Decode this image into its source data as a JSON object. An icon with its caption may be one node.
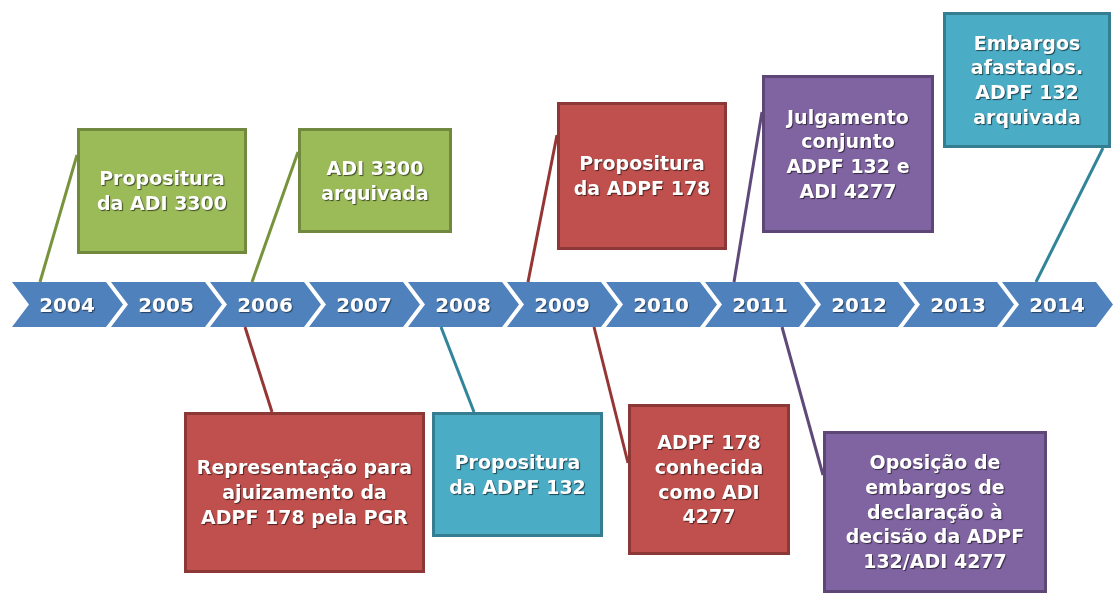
{
  "diagram": {
    "nodes": [
      {
        "text": [
          "Propositura da ADI 3300"
        ]
      },
      {
        "text": [
          "ADI 3300 arquivada"
        ]
      },
      {
        "text": [
          "Propositura da ADPF 178"
        ]
      },
      {
        "text": [
          "Julgamento conjunto ADPF 132 e ADI 4277"
        ]
      },
      {
        "text": [
          "Embargos afastados. ADPF 132 arquivada"
        ]
      },
      {
        "text": [
          "2004"
        ]
      },
      {
        "text": [
          "2005"
        ]
      },
      {
        "text": [
          "2006"
        ]
      },
      {
        "text": [
          "2007"
        ]
      },
      {
        "text": [
          "2008"
        ]
      },
      {
        "text": [
          "2009"
        ]
      },
      {
        "text": [
          "2010"
        ]
      },
      {
        "text": [
          "2011"
        ]
      },
      {
        "text": [
          "2012"
        ]
      },
      {
        "text": [
          "2013"
        ]
      },
      {
        "text": [
          "2014"
        ]
      },
      {
        "text": [
          "Representação para ajuizamento da ADPF 178 pela PGR"
        ]
      },
      {
        "text": [
          "Propositura da ADPF 132"
        ]
      },
      {
        "text": [
          "ADPF 178 conhecida como ADI 4277"
        ]
      },
      {
        "text": [
          "Oposição de embargos de declaração à decisão da ADPF 132/ADI 4277"
        ]
      }
    ],
    "edges": [
      {
        "from": 0,
        "to": 5,
        "arrow": "none",
        "color": "#77933c"
      },
      {
        "from": 1,
        "to": 7,
        "arrow": "none",
        "color": "#77933c"
      },
      {
        "from": 2,
        "to": 10,
        "arrow": "none",
        "color": "#943634"
      },
      {
        "from": 3,
        "to": 12,
        "arrow": "none",
        "color": "#5f497a"
      },
      {
        "from": 4,
        "to": 15,
        "arrow": "none",
        "color": "#31859b"
      },
      {
        "from": 16,
        "to": 7,
        "arrow": "none",
        "color": "#943634"
      },
      {
        "from": 17,
        "to": 9,
        "arrow": "none",
        "color": "#31859b"
      },
      {
        "from": 18,
        "to": 10,
        "arrow": "none",
        "color": "#943634"
      },
      {
        "from": 19,
        "to": 12,
        "arrow": "none",
        "color": "#5f497a"
      }
    ]
  }
}
